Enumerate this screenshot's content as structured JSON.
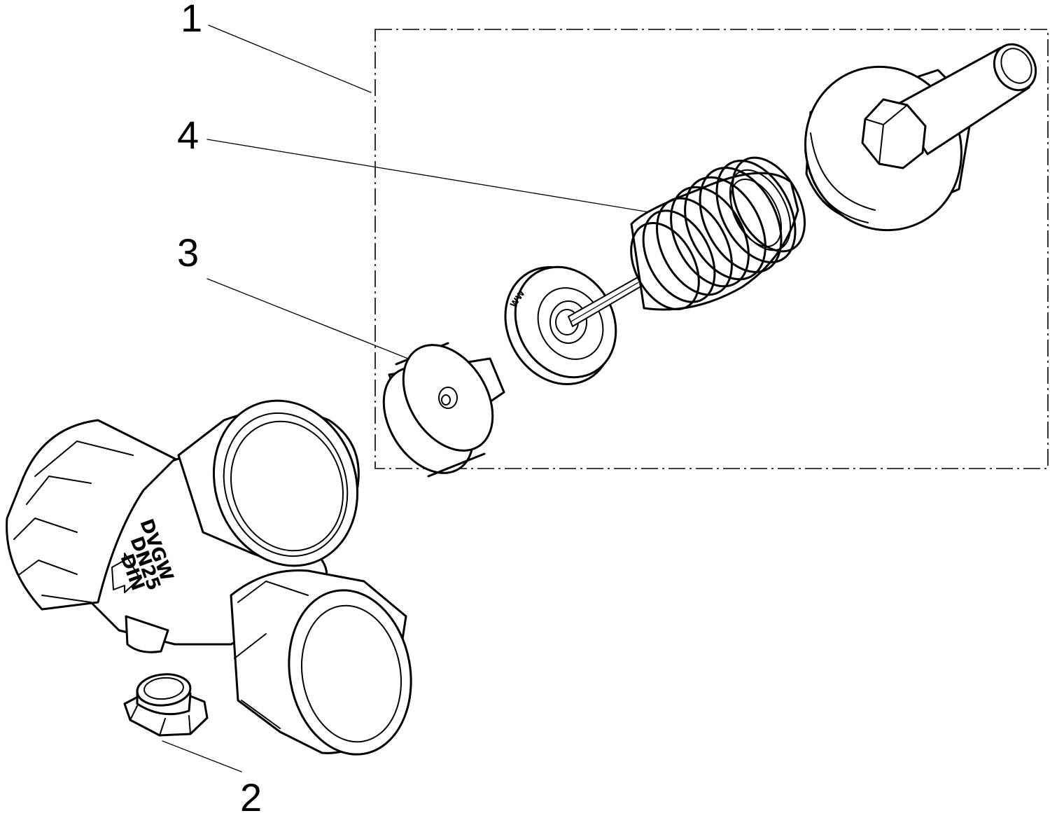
{
  "diagram": {
    "callouts": [
      {
        "id": "1",
        "label": "1"
      },
      {
        "id": "4",
        "label": "4"
      },
      {
        "id": "3",
        "label": "3"
      },
      {
        "id": "2",
        "label": "2"
      }
    ],
    "body_markings": [
      "DVGW",
      "DN25",
      "DIN"
    ]
  }
}
